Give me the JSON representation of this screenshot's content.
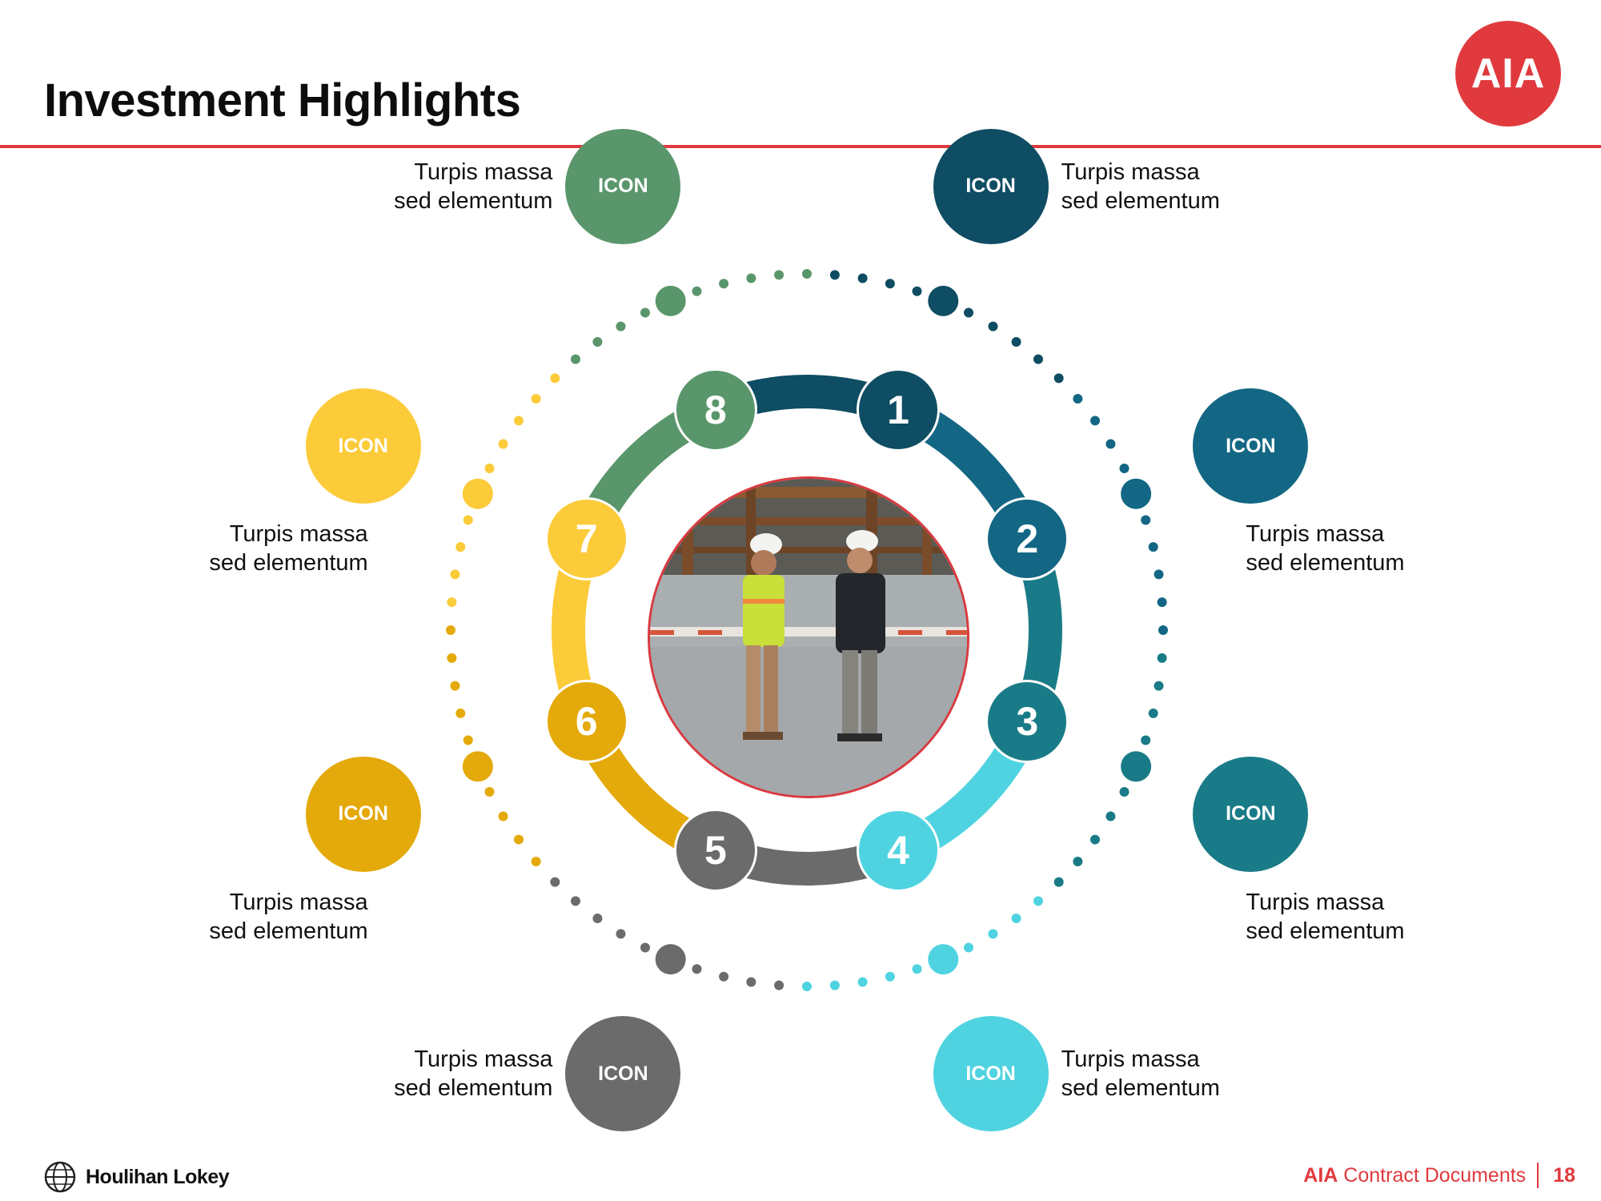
{
  "header": {
    "title": "Investment Highlights",
    "logo_text": "AIA"
  },
  "icon_placeholder": "ICON",
  "segments": [
    {
      "number": "1",
      "color": "#0e4d63",
      "label_line1": "Turpis massa",
      "label_line2": "sed elementum"
    },
    {
      "number": "2",
      "color": "#136784",
      "label_line1": "Turpis massa",
      "label_line2": "sed elementum"
    },
    {
      "number": "3",
      "color": "#197b87",
      "label_line1": "Turpis massa",
      "label_line2": "sed elementum"
    },
    {
      "number": "4",
      "color": "#4fd3e0",
      "label_line1": "Turpis massa",
      "label_line2": "sed elementum"
    },
    {
      "number": "5",
      "color": "#6b6b6b",
      "label_line1": "Turpis massa",
      "label_line2": "sed elementum"
    },
    {
      "number": "6",
      "color": "#e4a90a",
      "label_line1": "Turpis massa",
      "label_line2": "sed elementum"
    },
    {
      "number": "7",
      "color": "#fccb3a",
      "label_line1": "Turpis massa",
      "label_line2": "sed elementum"
    },
    {
      "number": "8",
      "color": "#5a966b",
      "label_line1": "Turpis massa",
      "label_line2": "sed elementum"
    }
  ],
  "footer": {
    "left_brand": "Houlihan Lokey",
    "right_brand_bold": "AIA",
    "right_brand_rest": " Contract Documents",
    "page_number": "18"
  }
}
